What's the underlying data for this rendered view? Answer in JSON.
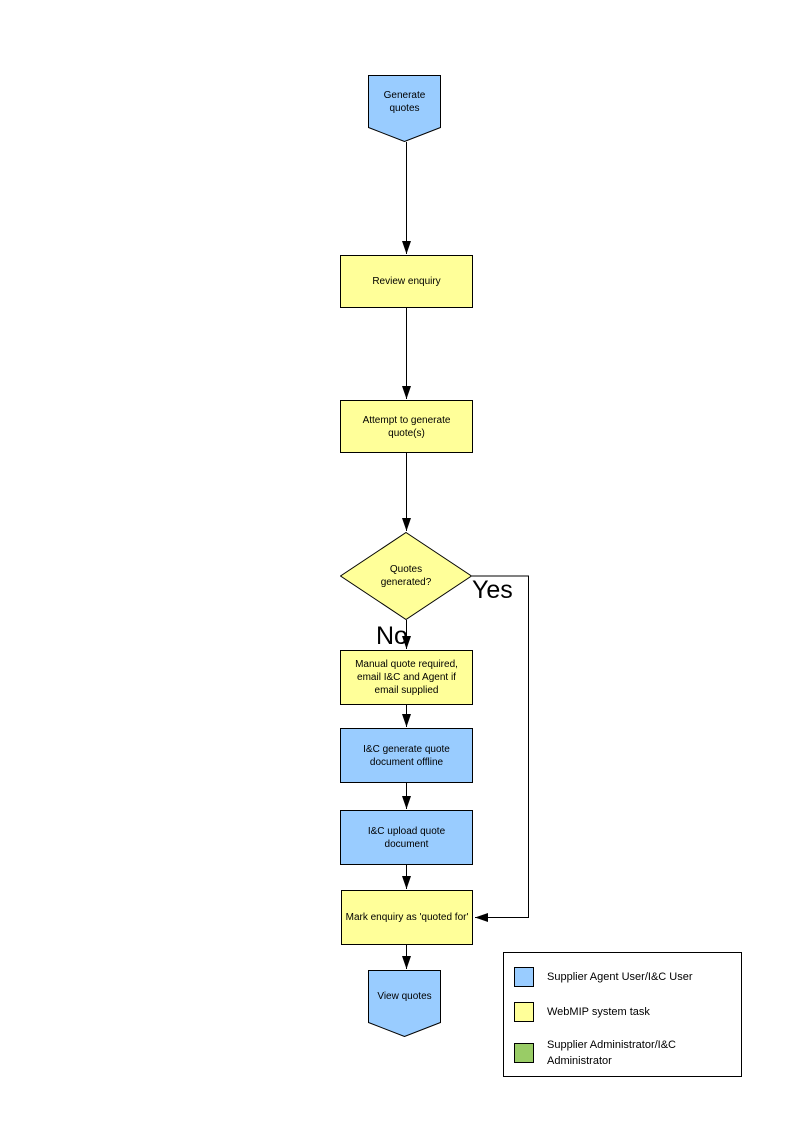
{
  "flowchart": {
    "nodes": {
      "start": {
        "label": "Generate quotes",
        "type": "terminator",
        "color": "#99CCFF"
      },
      "review": {
        "label": "Review enquiry",
        "type": "process",
        "color": "#FFFF99"
      },
      "attempt": {
        "label": "Attempt to generate quote(s)",
        "type": "process",
        "color": "#FFFF99"
      },
      "decision": {
        "label": "Quotes generated?",
        "type": "decision",
        "color": "#FFFF99"
      },
      "manual": {
        "label": "Manual quote required, email I&C and Agent if email supplied",
        "type": "process",
        "color": "#FFFF99"
      },
      "generate_offline": {
        "label": "I&C generate quote document offline",
        "type": "process",
        "color": "#99CCFF"
      },
      "upload": {
        "label": "I&C upload quote document",
        "type": "process",
        "color": "#99CCFF"
      },
      "mark": {
        "label": "Mark enquiry as 'quoted for'",
        "type": "process",
        "color": "#FFFF99"
      },
      "end": {
        "label": "View quotes",
        "type": "terminator",
        "color": "#99CCFF"
      }
    },
    "branch_labels": {
      "yes": "Yes",
      "no": "No"
    }
  },
  "legend": {
    "items": [
      {
        "label": "Supplier Agent User/I&C User",
        "color": "#99CCFF"
      },
      {
        "label": "WebMIP system task",
        "color": "#FFFF99"
      },
      {
        "label": "Supplier Administrator/I&C Administrator",
        "color": "#99CC66"
      }
    ]
  },
  "colors": {
    "user_task": "#99CCFF",
    "system_task": "#FFFF99",
    "admin_task": "#99CC66",
    "line": "#000000",
    "background": "#FFFFFF"
  }
}
